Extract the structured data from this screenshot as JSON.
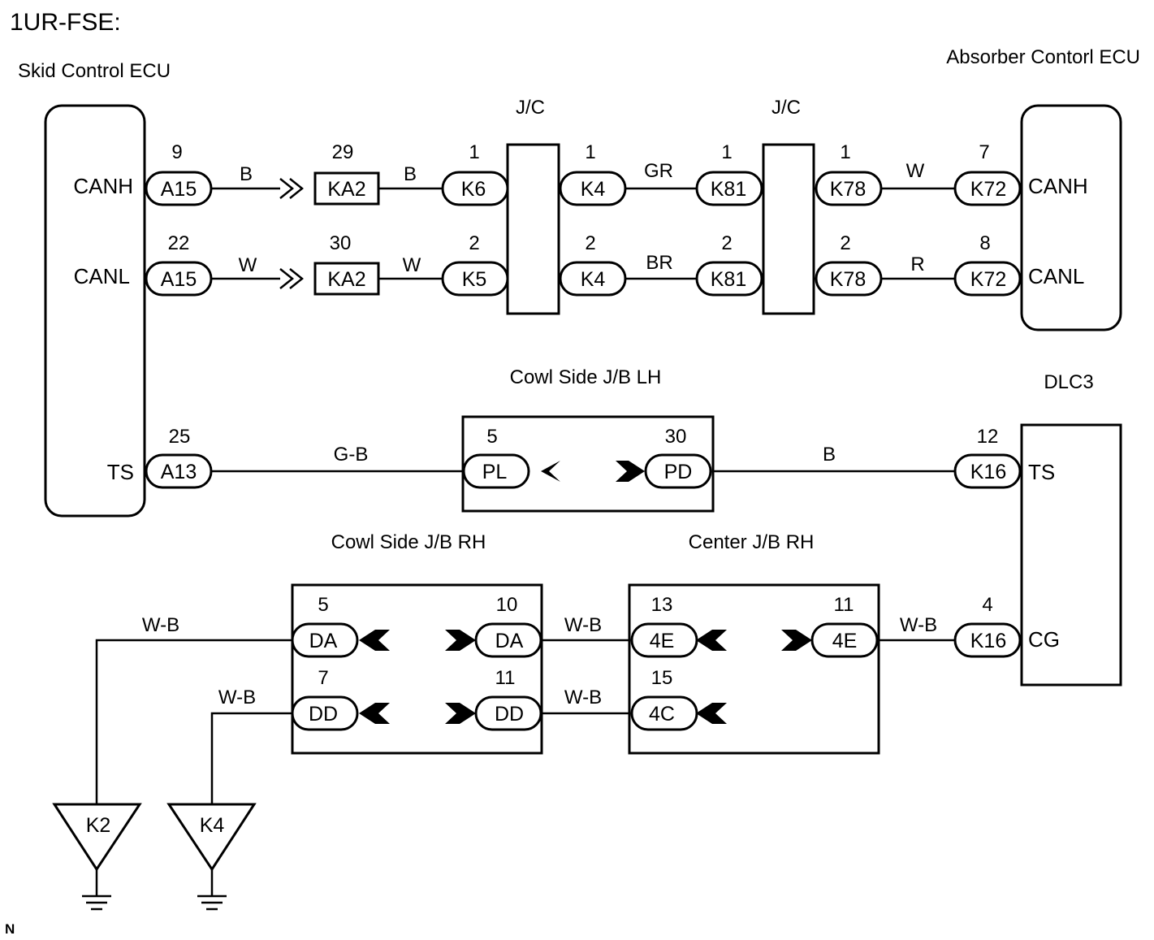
{
  "title": "1UR-FSE:",
  "footer_mark": "N",
  "colors": {
    "ink": "#000000",
    "background": "#ffffff"
  },
  "components": {
    "skid_ecu": {
      "name": "Skid Control ECU",
      "pins": [
        "CANH",
        "CANL",
        "TS"
      ]
    },
    "absorber_ecu": {
      "name": "Absorber Contorl ECU",
      "pins": [
        "CANH",
        "CANL"
      ]
    },
    "dlc3": {
      "name": "DLC3",
      "pins": [
        "TS",
        "CG"
      ]
    },
    "jc1": {
      "name": "J/C"
    },
    "jc2": {
      "name": "J/C"
    },
    "cowl_lh": {
      "name": "Cowl Side J/B LH"
    },
    "cowl_rh": {
      "name": "Cowl Side J/B RH"
    },
    "center_rh": {
      "name": "Center J/B RH"
    },
    "ground_k2": {
      "name": "K2"
    },
    "ground_k4": {
      "name": "K4"
    }
  },
  "connectors": {
    "a15_canh": {
      "code": "A15",
      "pin": "9"
    },
    "ka2_canh": {
      "code": "KA2",
      "pin": "29"
    },
    "k6": {
      "code": "K6",
      "pin": "1"
    },
    "k4_canh": {
      "code": "K4",
      "pin": "1"
    },
    "k81_canh": {
      "code": "K81",
      "pin": "1"
    },
    "k78_canh": {
      "code": "K78",
      "pin": "1"
    },
    "k72_canh": {
      "code": "K72",
      "pin": "7"
    },
    "a15_canl": {
      "code": "A15",
      "pin": "22"
    },
    "ka2_canl": {
      "code": "KA2",
      "pin": "30"
    },
    "k5": {
      "code": "K5",
      "pin": "2"
    },
    "k4_canl": {
      "code": "K4",
      "pin": "2"
    },
    "k81_canl": {
      "code": "K81",
      "pin": "2"
    },
    "k78_canl": {
      "code": "K78",
      "pin": "2"
    },
    "k72_canl": {
      "code": "K72",
      "pin": "8"
    },
    "a13": {
      "code": "A13",
      "pin": "25"
    },
    "pl": {
      "code": "PL",
      "pin": "5"
    },
    "pd": {
      "code": "PD",
      "pin": "30"
    },
    "k16_ts": {
      "code": "K16",
      "pin": "12"
    },
    "da_left": {
      "code": "DA",
      "pin": "5"
    },
    "da_right": {
      "code": "DA",
      "pin": "10"
    },
    "dd_left": {
      "code": "DD",
      "pin": "7"
    },
    "dd_right": {
      "code": "DD",
      "pin": "11"
    },
    "e4_left": {
      "code": "4E",
      "pin": "13"
    },
    "e4_right": {
      "code": "4E",
      "pin": "11"
    },
    "c4": {
      "code": "4C",
      "pin": "15"
    },
    "k16_cg": {
      "code": "K16",
      "pin": "4"
    }
  },
  "wires": {
    "canh_1": "B",
    "canh_2": "B",
    "canh_3": "GR",
    "canh_4": "W",
    "canl_1": "W",
    "canl_2": "W",
    "canl_3": "BR",
    "canl_4": "R",
    "ts_1": "G-B",
    "ts_2": "B",
    "gnd_k2": "W-B",
    "gnd_k4": "W-B",
    "da_4e": "W-B",
    "dd_4c": "W-B",
    "e4_k16": "W-B"
  }
}
